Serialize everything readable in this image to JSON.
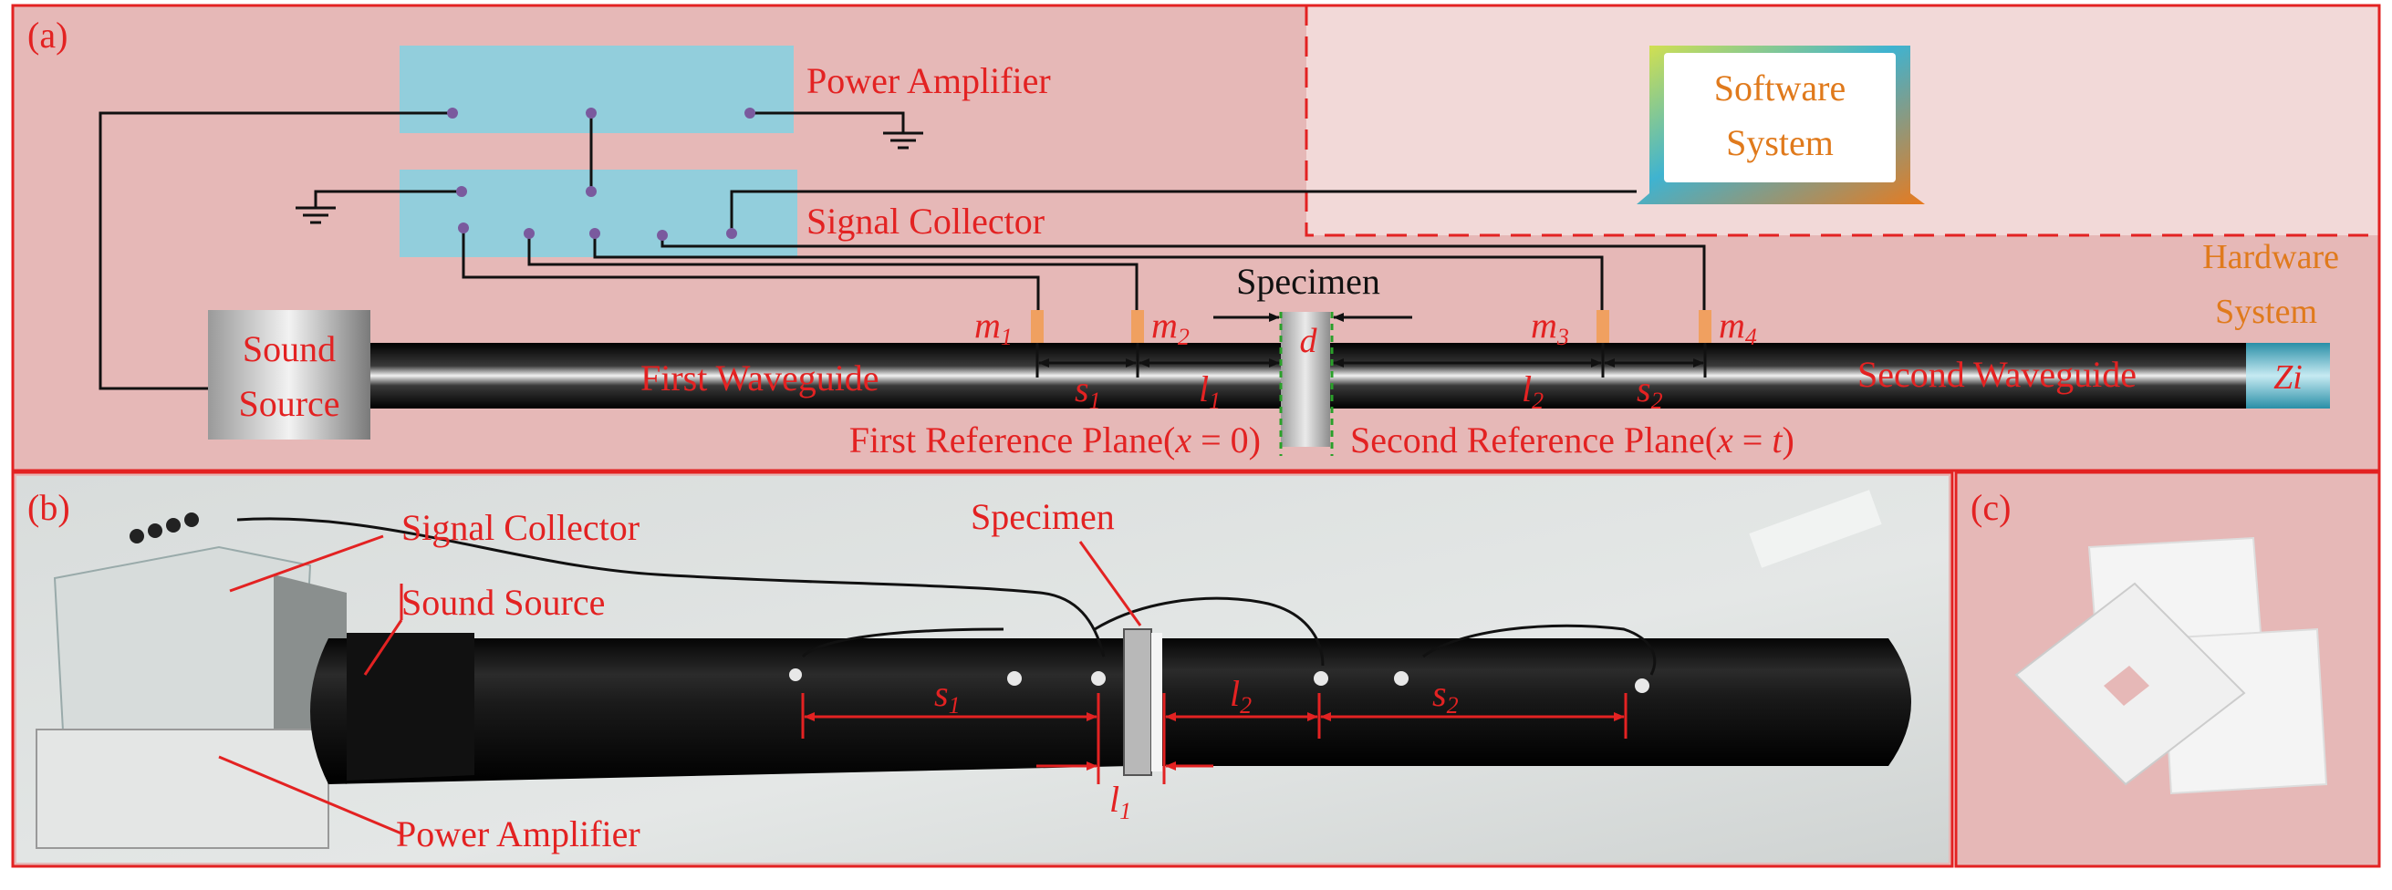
{
  "panels": {
    "a": {
      "label": "(a)",
      "power_amplifier": "Power Amplifier",
      "signal_collector": "Signal Collector",
      "software_line1": "Software",
      "software_line2": "System",
      "hardware_line1": "Hardware",
      "hardware_line2": "System",
      "specimen": "Specimen",
      "sound_source_line1": "Sound",
      "sound_source_line2": "Source",
      "first_waveguide": "First Waveguide",
      "second_waveguide": "Second Waveguide",
      "first_reference_plane": "First Reference Plane(x = 0)",
      "second_reference_plane": "Second Reference Plane(x = t)",
      "mic_labels": [
        "m1",
        "m2",
        "m3",
        "m4"
      ],
      "dim_labels": {
        "s1": "s1",
        "l1": "l1",
        "l2": "l2",
        "s2": "s2",
        "d": "d",
        "zi": "Zi"
      }
    },
    "b": {
      "label": "(b)",
      "signal_collector": "Signal Collector",
      "sound_source": "Sound Source",
      "power_amplifier": "Power Amplifier",
      "specimen": "Specimen",
      "dim_labels": {
        "s1": "s1",
        "l2": "l2",
        "s2": "s2",
        "l1": "l1"
      }
    },
    "c": {
      "label": "(c)"
    }
  },
  "colors": {
    "frame_red": "#e32222",
    "panel_pink": "#e6b8b7",
    "panel_pink_light": "#f2d9d8",
    "box_cyan": "#92cedc",
    "annotation_orange": "#e07a1c",
    "dot_purple": "#7a5a9e"
  }
}
